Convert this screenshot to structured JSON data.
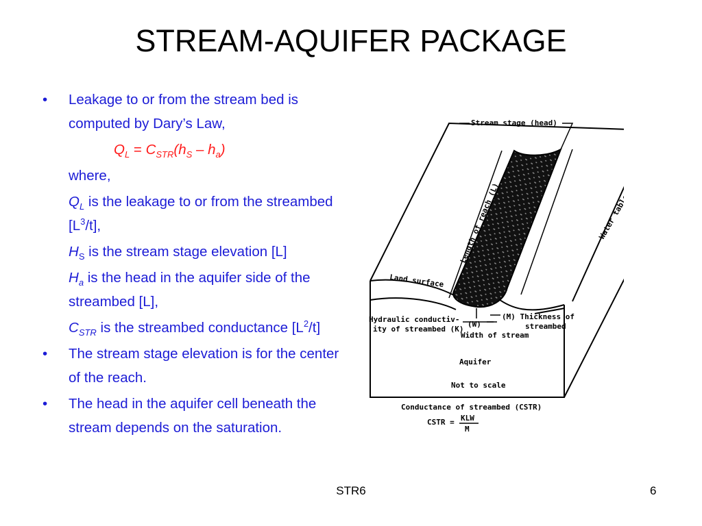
{
  "slide": {
    "title": "STREAM-AQUIFER PACKAGE",
    "footer_center": "STR6",
    "page_number": "6"
  },
  "content": {
    "bullet1_text": "Leakage to or from the stream bed is computed by Dary’s Law,",
    "formula": {
      "q": "Q",
      "q_sub": "L",
      "eq": " = ",
      "c": "C",
      "c_sub": "STR",
      "open": "(",
      "h": "h",
      "h_sub": "S",
      "minus": " – ",
      "h2": "h",
      "h2_sub": "a",
      "close": ")"
    },
    "where": "where,",
    "def_ql": {
      "sym": "Q",
      "sub": "L",
      "text1": " is the leakage to or from the streambed [L",
      "sup": "3",
      "text2": "/t],"
    },
    "def_hs": {
      "sym": "H",
      "sub": "S",
      "text": " is the stream stage elevation [L]"
    },
    "def_ha": {
      "sym": "H",
      "sub": "a",
      "text": " is the head in the aquifer side of the streambed [L],"
    },
    "def_cstr": {
      "sym": "C",
      "sub": "STR",
      "text1": " is the streambed conductance [L",
      "sup": "2",
      "text2": "/t]"
    },
    "bullet2_text": "The stream stage elevation is for the center of the reach.",
    "bullet3_text": "The head in the aquifer cell beneath the stream depends on the saturation."
  },
  "figure": {
    "stream_stage": "Stream stage (head)",
    "length_of_reach": "Length of reach (L)",
    "water_table": "Water table",
    "land_surface": "Land surface",
    "hydraulic_line1": "Hydraulic conductiv-",
    "hydraulic_line2": "ity of streambed (K)",
    "w_label": "(W)",
    "width_of_stream": "Width of stream",
    "m_line1": "(M) Thickness of",
    "m_line2": "streambed",
    "aquifer": "Aquifer",
    "not_to_scale": "Not to scale",
    "conductance": "Conductance of streambed (CSTR)",
    "eq_lhs": "CSTR =",
    "eq_num": "KLW",
    "eq_den": "M"
  }
}
